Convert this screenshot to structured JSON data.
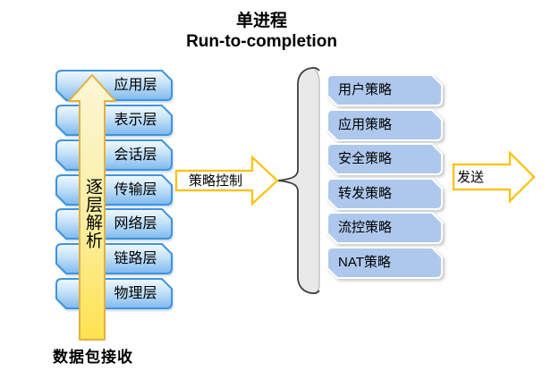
{
  "title": {
    "line1": "单进程",
    "line2": "Run-to-completion"
  },
  "left_stack": {
    "layers": [
      "应用层",
      "表示层",
      "会话层",
      "传输层",
      "网络层",
      "链路层",
      "物理层"
    ],
    "arrow_label": "逐层解析",
    "bottom_label": "数据包接收"
  },
  "policy_arrow": {
    "label": "策略控制"
  },
  "policy_stack": {
    "items": [
      "用户策略",
      "应用策略",
      "安全策略",
      "转发策略",
      "流控策略",
      "NAT策略"
    ]
  },
  "send_arrow": {
    "label": "发送"
  },
  "colors": {
    "layer-border": "#3E94E0",
    "policy-fill": "#AEC8ED",
    "gold": "#FFC000",
    "parse-border": "#E3B041",
    "brace-fill": "#E9E9E9",
    "brace-line": "#3F3F3F"
  }
}
